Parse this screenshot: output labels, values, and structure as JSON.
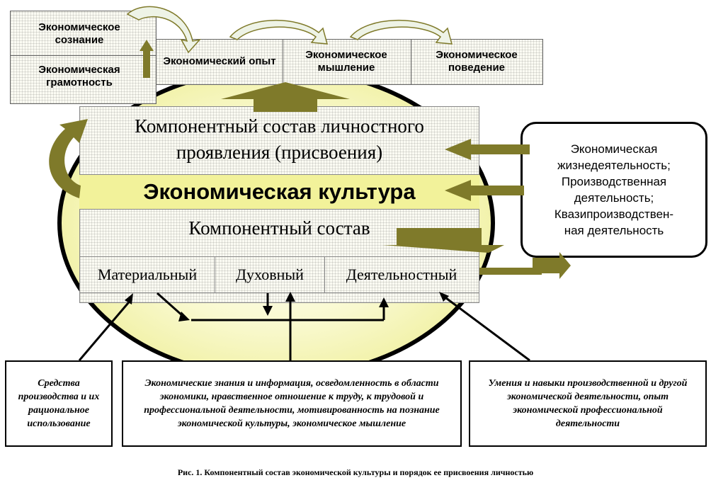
{
  "top_table": {
    "consciousness": "Экономическое сознание",
    "literacy": "Экономическая грамотность",
    "experience": "Экономический опыт",
    "thinking": "Экономическое мышление",
    "behavior": "Экономическое поведение"
  },
  "center_panel": {
    "personal_title": "Компонентный состав личностного проявления (присвоения)",
    "culture_title": "Экономическая культура",
    "component_title": "Компонентный состав",
    "components": [
      "Материальный",
      "Духовный",
      "Деятельностный"
    ]
  },
  "right_callout": {
    "lines": [
      "Экономическая",
      "жизнедеятельность;",
      "Производственная",
      "деятельность;",
      "Квазипроизводствен-",
      "ная деятельность"
    ]
  },
  "bottom_boxes": {
    "means": "Средства производства и их рациональное использование",
    "knowledge": "Экономические знания и информация, осведомленность в области экономики, нравственное отношение к труду, к трудовой и профессиональной деятельности, мотивированность на познание экономической культуры, экономическое мышление",
    "skills": "Умения и навыки производственной и другой экономической деятельности, опыт экономической профессиональной деятельности"
  },
  "caption": "Рис. 1. Компонентный состав экономической культуры и порядок ее присвоения личностью",
  "colors": {
    "ellipse_fill": "#f4f4a6",
    "arrow_olive": "#7f7a2a",
    "arrow_light": "#eef3e6"
  }
}
